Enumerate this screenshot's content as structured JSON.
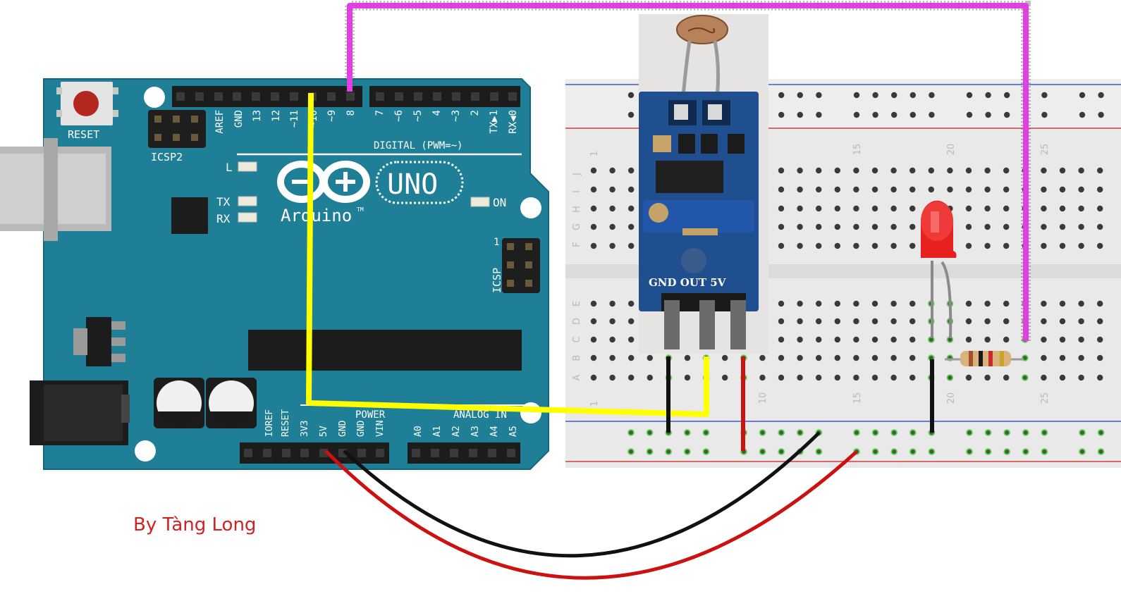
{
  "board": {
    "reset_label": "RESET",
    "icsp2_label": "ICSP2",
    "icsp_label": "ICSP",
    "icsp_pin1": "1",
    "logo_text": "Arduino",
    "tm_mark": "TM",
    "model_label": "UNO",
    "led_l": "L",
    "led_tx": "TX",
    "led_rx": "RX",
    "led_on": "ON",
    "digital_label": "DIGITAL (PWM=~)",
    "power_label": "POWER",
    "analog_label": "ANALOG IN",
    "digital_pins": [
      "AREF",
      "GND",
      "13",
      "12",
      "~11",
      "~10",
      "~9",
      "8",
      "7",
      "~6",
      "~5",
      "4",
      "~3",
      "2",
      "TX▶1",
      "RX◀0"
    ],
    "power_pins": [
      "IOREF",
      "RESET",
      "3V3",
      "5V",
      "GND",
      "GND",
      "VIN"
    ],
    "analog_pins": [
      "A0",
      "A1",
      "A2",
      "A3",
      "A4",
      "A5"
    ]
  },
  "module": {
    "pin_labels": "GND OUT 5V"
  },
  "breadboard": {
    "row_letters_top": [
      "J",
      "I",
      "H",
      "G",
      "F"
    ],
    "row_letters_bottom": [
      "E",
      "D",
      "C",
      "B",
      "A"
    ],
    "column_numbers": [
      "1",
      "10",
      "15",
      "20",
      "25"
    ]
  },
  "wires": {
    "signal_color": "#ffff00",
    "led_control_color": "#e040e0",
    "power_color": "#cc1111",
    "ground_color": "#111111"
  },
  "colors": {
    "pcb": "#1f7f96",
    "module_pcb": "#1f4f8f",
    "led": "#e82020"
  },
  "author": "By Tàng Long"
}
